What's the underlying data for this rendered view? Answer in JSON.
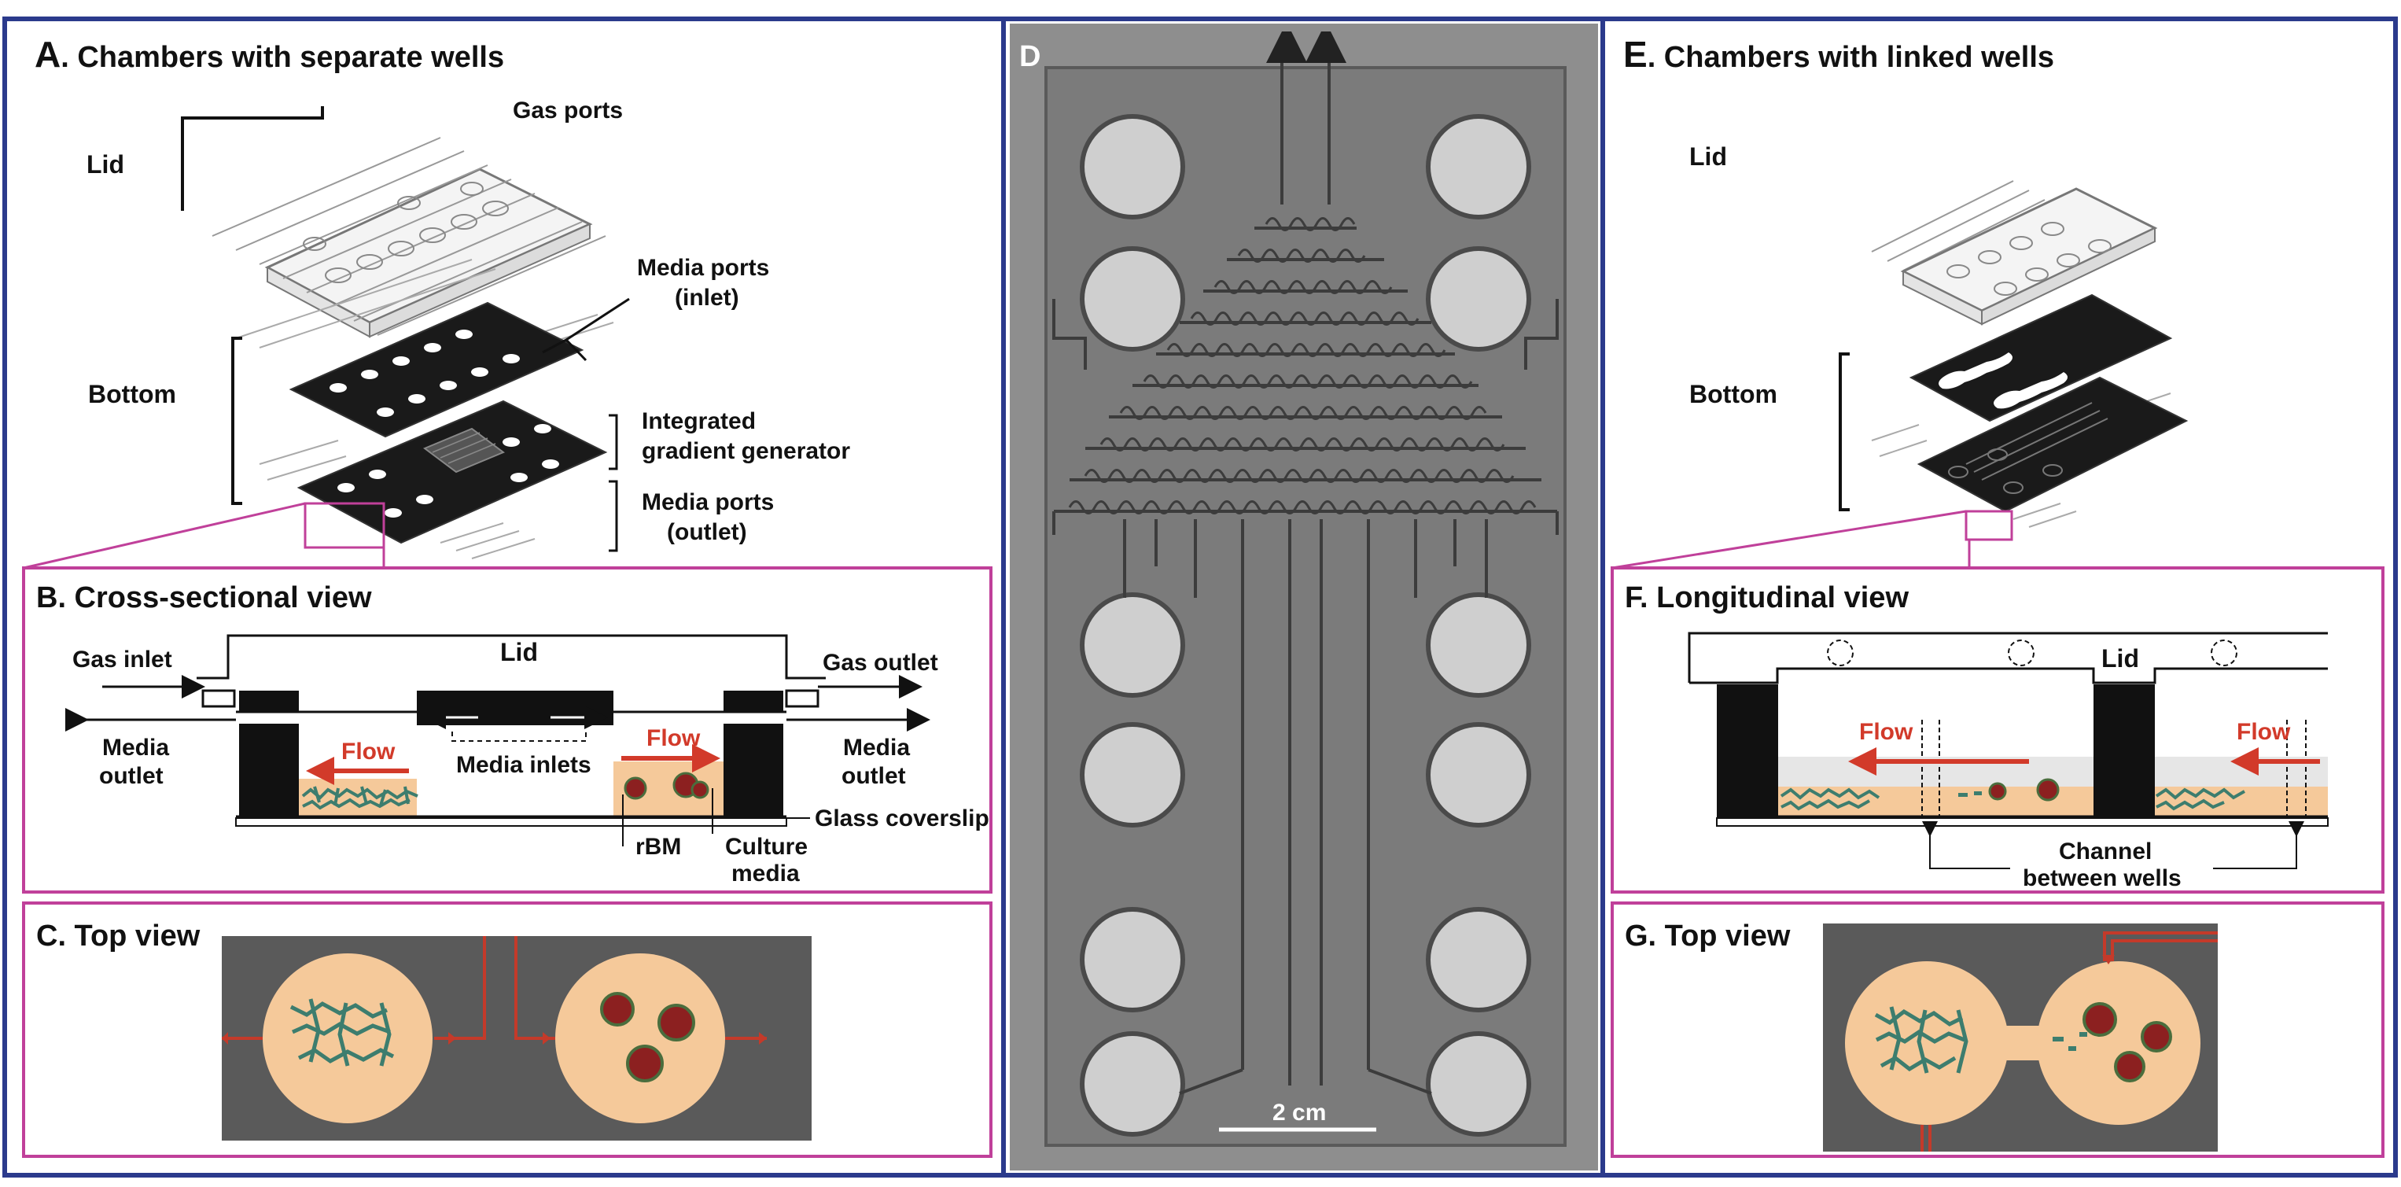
{
  "panelA": {
    "letter": "A",
    "title": ". Chambers with separate wells",
    "gas_ports": "Gas ports",
    "lid": "Lid",
    "media_inlet_1": "Media ports",
    "media_inlet_2": "(inlet)",
    "bottom": "Bottom",
    "gradient_1": "Integrated",
    "gradient_2": "gradient generator",
    "media_outlet_1": "Media ports",
    "media_outlet_2": "(outlet)"
  },
  "panelB": {
    "title": "B. Cross-sectional view",
    "lid": "Lid",
    "gas_inlet": "Gas inlet",
    "gas_outlet": "Gas outlet",
    "flow_left": "Flow",
    "flow_right": "Flow",
    "media_inlets": "Media inlets",
    "media_outlet_left_1": "Media",
    "media_outlet_left_2": "outlet",
    "media_outlet_right_1": "Media",
    "media_outlet_right_2": "outlet",
    "glass_coverslip": "Glass coverslip",
    "rbm": "rBM",
    "culture_1": "Culture",
    "culture_2": "media"
  },
  "panelC": {
    "title": "C. Top view"
  },
  "panelD": {
    "letter": "D",
    "scale_bar": "2 cm"
  },
  "panelE": {
    "letter": "E",
    "title": ". Chambers with linked wells",
    "lid": "Lid",
    "bottom": "Bottom"
  },
  "panelF": {
    "title": "F. Longitudinal view",
    "lid": "Lid",
    "flow_left": "Flow",
    "flow_right": "Flow",
    "channel_1": "Channel",
    "channel_2": "between wells"
  },
  "panelG": {
    "title": "G. Top view"
  },
  "colors": {
    "frame_blue": "#2b3a8c",
    "subframe_magenta": "#c0409a",
    "flow_red": "#d23a2a",
    "well_beige": "#f5c99a",
    "chip_gray": "#5a5a5a",
    "cell_green": "#3d7d6e",
    "cell_red": "#8c2020"
  }
}
